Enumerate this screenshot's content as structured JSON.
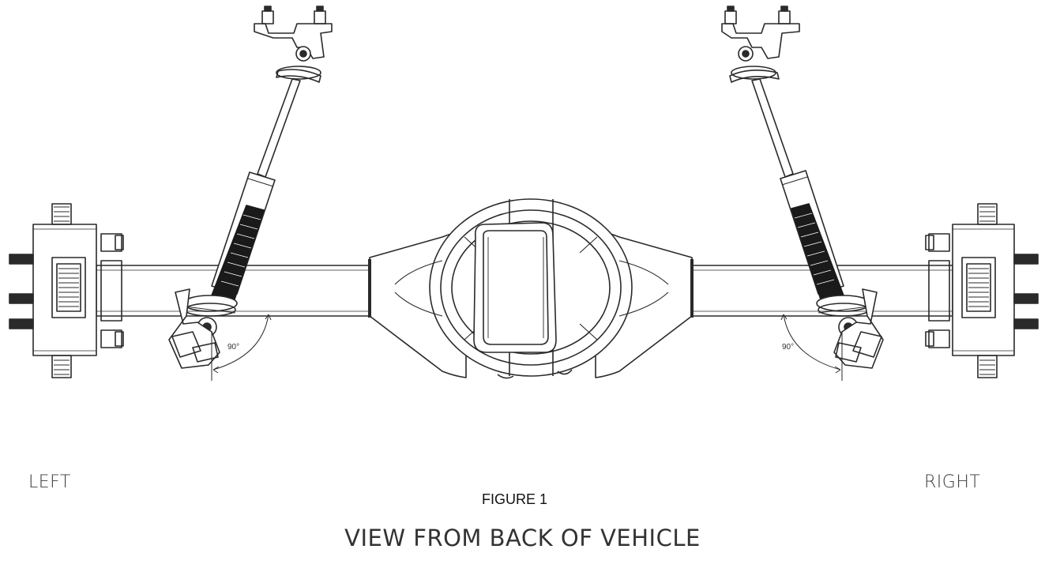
{
  "labels": {
    "left": "LEFT",
    "right": "RIGHT",
    "figure": "FIGURE 1",
    "view": "VIEW FROM BACK OF VEHICLE",
    "angle_left": "90°",
    "angle_right": "90°"
  },
  "colors": {
    "line": "#2a2a2a",
    "coil": "#1a1a1a",
    "background": "#ffffff"
  },
  "icons": [
    "axle-housing-drawing",
    "shock-absorber-drawing",
    "wheel-hub-drawing",
    "mounting-bracket-drawing"
  ]
}
